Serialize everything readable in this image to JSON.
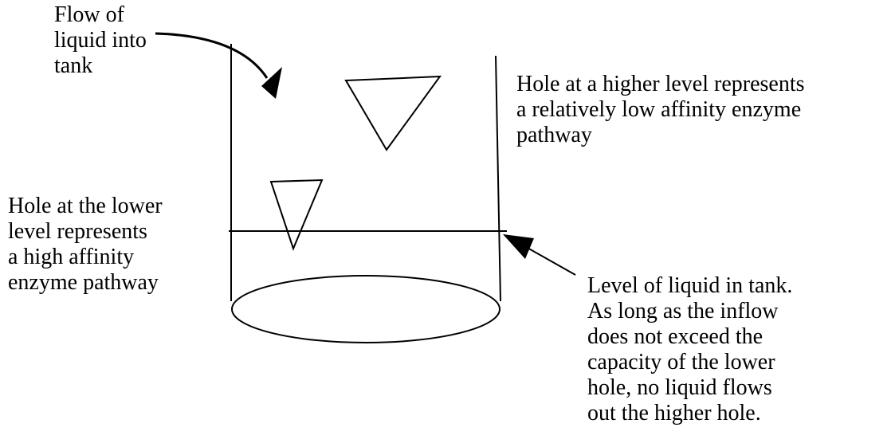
{
  "labels": {
    "flow": [
      "Flow of",
      "liquid into",
      "tank"
    ],
    "higher_hole": [
      "Hole at a higher level represents",
      "a relatively low affinity enzyme",
      "pathway"
    ],
    "lower_hole": [
      "Hole at the lower",
      "level represents",
      "a high affinity",
      "enzyme pathway"
    ],
    "liquid_level": [
      "Level of liquid in tank.",
      "As long as the inflow",
      "does not exceed the",
      "capacity of the lower",
      "hole, no liquid flows",
      "out the higher hole."
    ]
  },
  "colors": {
    "ink": "#000000",
    "background": "#ffffff"
  }
}
